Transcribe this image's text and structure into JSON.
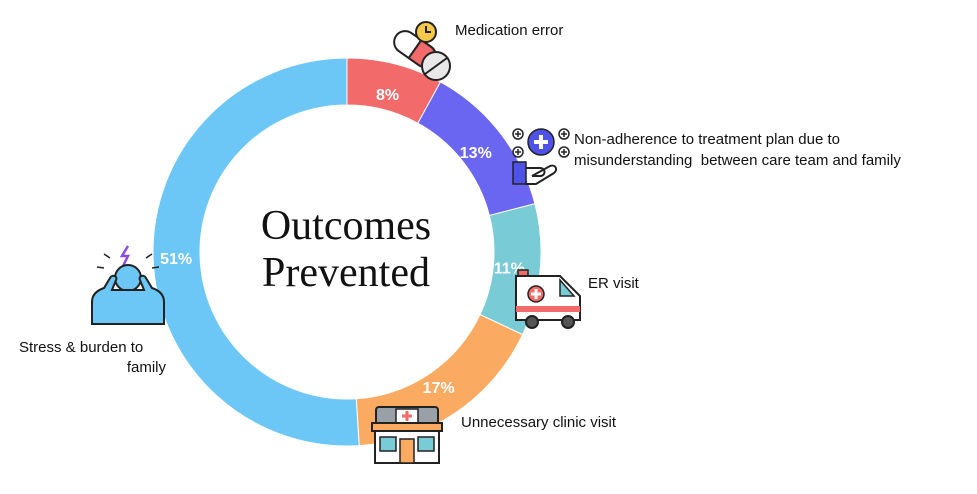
{
  "chart_data": {
    "type": "pie",
    "title": "Outcomes Prevented",
    "categories": [
      "Medication error",
      "Non-adherence to treatment plan due to misunderstanding between care team and family",
      "ER visit",
      "Unnecessary clinic visit",
      "Stress & burden to family"
    ],
    "values": [
      8,
      13,
      11,
      17,
      51
    ],
    "value_labels": [
      "8%",
      "13%",
      "11%",
      "17%",
      "51%"
    ],
    "colors": [
      "#F26A6A",
      "#6B66F2",
      "#79CBD6",
      "#FBAA62",
      "#6CC7F6"
    ],
    "legend": "none",
    "donut": true
  },
  "labels": {
    "title_line1": "Outcomes",
    "title_line2": "Prevented",
    "medication": "Medication error",
    "nonadherence_line1": "Non-adherence to treatment plan due to",
    "nonadherence_line2": "misunderstanding  between care team and family",
    "er": "ER visit",
    "clinic": "Unnecessary clinic visit",
    "stress_line1": "Stress & burden to",
    "stress_line2": "family"
  }
}
